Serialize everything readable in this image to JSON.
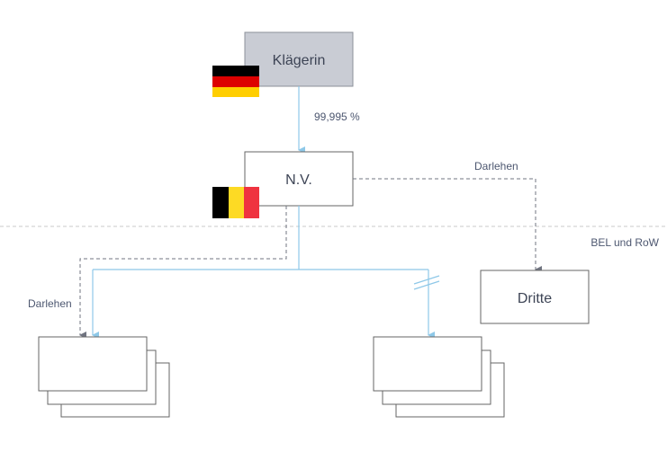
{
  "nodes": {
    "klaegerin": {
      "label": "Klägerin",
      "fill": "#c9ccd4"
    },
    "nv": {
      "label": "N.V."
    },
    "dritte": {
      "label": "Dritte"
    }
  },
  "edge_labels": {
    "ownership": "99,995 %",
    "loan_right": "Darlehen",
    "loan_left": "Darlehen"
  },
  "region_label": "BEL und RoW",
  "flags": {
    "germany": [
      "#000000",
      "#dd0000",
      "#ffce00"
    ],
    "belgium": [
      "#000000",
      "#fdda24",
      "#ef3340"
    ]
  },
  "colors": {
    "solid_arrow": "#8ec8e8",
    "dashed_arrow": "#707480",
    "divider": "#c8c8c8",
    "box_border": "#666666"
  }
}
